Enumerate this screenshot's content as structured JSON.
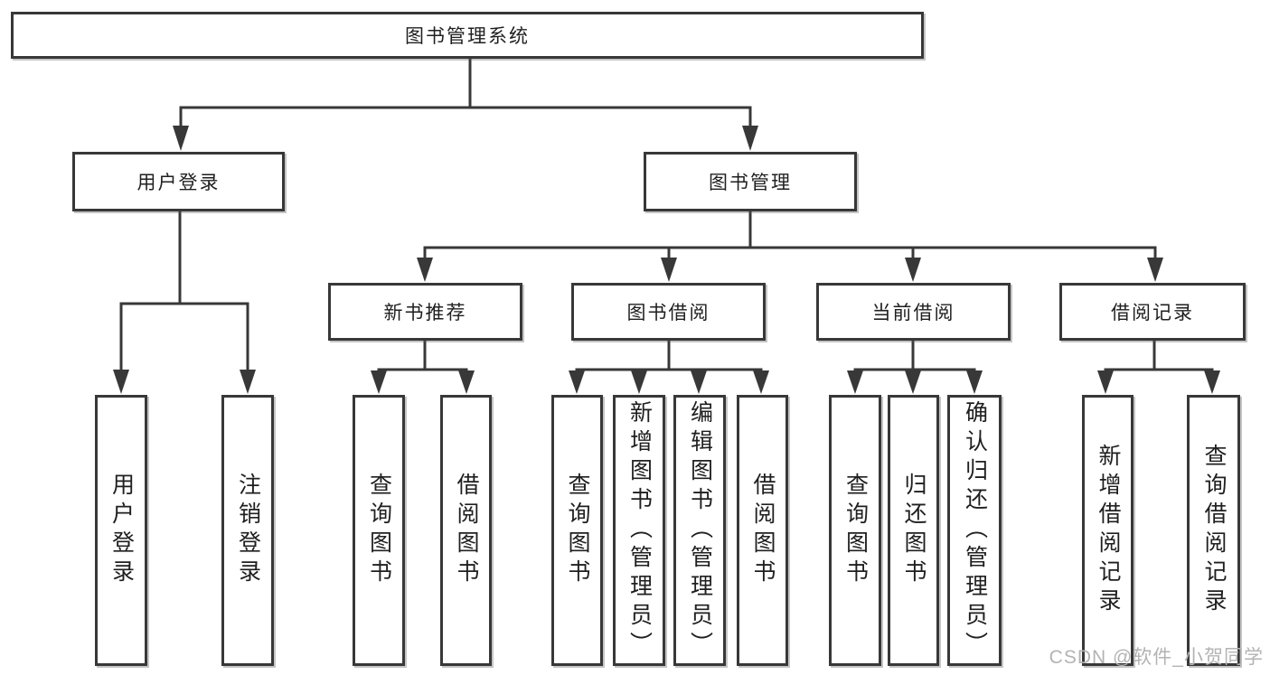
{
  "diagram": {
    "root": "图书管理系统",
    "branches": [
      {
        "label": "用户登录",
        "children": [
          "用户登录",
          "注销登录"
        ]
      },
      {
        "label": "图书管理",
        "groups": [
          {
            "label": "新书推荐",
            "children": [
              "查询图书",
              "借阅图书"
            ]
          },
          {
            "label": "图书借阅",
            "children": [
              "查询图书",
              "新增图书（管理员）",
              "编辑图书（管理员）",
              "借阅图书"
            ]
          },
          {
            "label": "当前借阅",
            "children": [
              "查询图书",
              "归还图书",
              "确认归还（管理员）"
            ]
          },
          {
            "label": "借阅记录",
            "children": [
              "新增借阅记录",
              "查询借阅记录"
            ]
          }
        ]
      }
    ]
  },
  "watermark": "CSDN @软件_小贺同学",
  "colors": {
    "line": "#383838",
    "text": "#1f1f1f",
    "watermark": "#b3b3b3",
    "background": "#ffffff"
  }
}
